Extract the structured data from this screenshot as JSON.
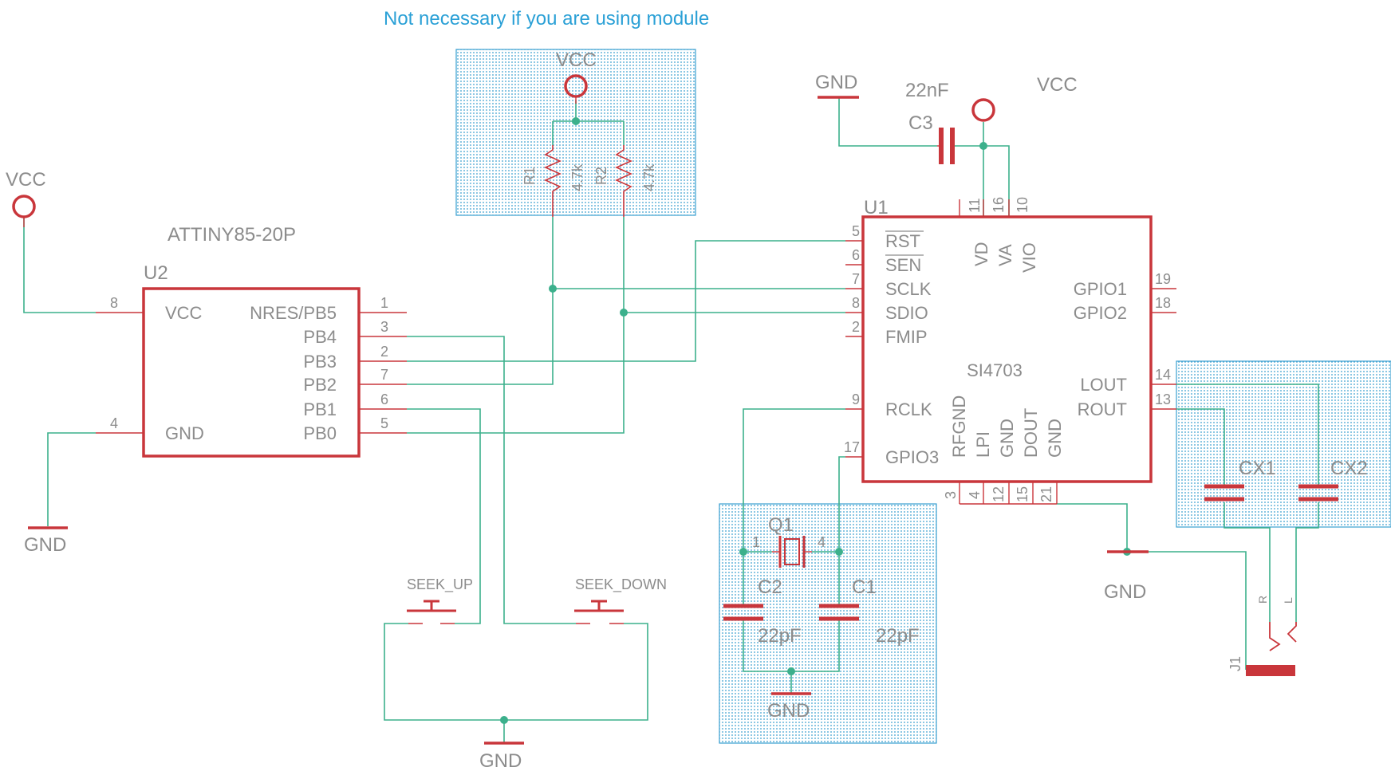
{
  "note": "Not necessary if you are using module",
  "colors": {
    "wire": "#3cb08c",
    "part": "#c9363b",
    "label": "#8c8c8c",
    "note": "#2aa0d6",
    "region": "#3a9fd0"
  },
  "power": {
    "vcc": "VCC",
    "gnd": "GND"
  },
  "u2": {
    "ref": "U2",
    "value": "ATTINY85-20P",
    "pins": [
      {
        "name": "VCC",
        "num": "8"
      },
      {
        "name": "GND",
        "num": "4"
      },
      {
        "name": "NRES/PB5",
        "num": "1"
      },
      {
        "name": "PB4",
        "num": "3"
      },
      {
        "name": "PB3",
        "num": "2"
      },
      {
        "name": "PB2",
        "num": "7"
      },
      {
        "name": "PB1",
        "num": "6"
      },
      {
        "name": "PB0",
        "num": "5"
      }
    ]
  },
  "u1": {
    "ref": "U1",
    "value": "SI4703",
    "left_pins": [
      {
        "name": "RST",
        "num": "5"
      },
      {
        "name": "SEN",
        "num": "6"
      },
      {
        "name": "SCLK",
        "num": "7"
      },
      {
        "name": "SDIO",
        "num": "8"
      },
      {
        "name": "FMIP",
        "num": "2"
      },
      {
        "name": "RCLK",
        "num": "9"
      },
      {
        "name": "GPIO3",
        "num": "17"
      }
    ],
    "top_pins": [
      {
        "name": "VD",
        "num": "11"
      },
      {
        "name": "VA",
        "num": "16"
      },
      {
        "name": "VIO",
        "num": "10"
      }
    ],
    "right_pins": [
      {
        "name": "GPIO1",
        "num": "19"
      },
      {
        "name": "GPIO2",
        "num": "18"
      },
      {
        "name": "LOUT",
        "num": "14"
      },
      {
        "name": "ROUT",
        "num": "13"
      }
    ],
    "bottom_pins": [
      {
        "name": "RFGND",
        "num": "3"
      },
      {
        "name": "LPI",
        "num": "4"
      },
      {
        "name": "GND",
        "num": "12"
      },
      {
        "name": "DOUT",
        "num": "15"
      },
      {
        "name": "GND",
        "num": "21"
      }
    ]
  },
  "r1": {
    "ref": "R1",
    "value": "4.7k"
  },
  "r2": {
    "ref": "R2",
    "value": "4.7k"
  },
  "c3": {
    "ref": "C3",
    "value": "22nF"
  },
  "c1": {
    "ref": "C1",
    "value": "22pF"
  },
  "c2": {
    "ref": "C2",
    "value": "22pF"
  },
  "q1": {
    "ref": "Q1",
    "pin1": "1",
    "pin4": "4"
  },
  "cx1": {
    "ref": "CX1"
  },
  "cx2": {
    "ref": "CX2"
  },
  "j1": {
    "ref": "J1",
    "r": "R",
    "l": "L"
  },
  "seek_up": {
    "label": "SEEK_UP"
  },
  "seek_down": {
    "label": "SEEK_DOWN"
  }
}
